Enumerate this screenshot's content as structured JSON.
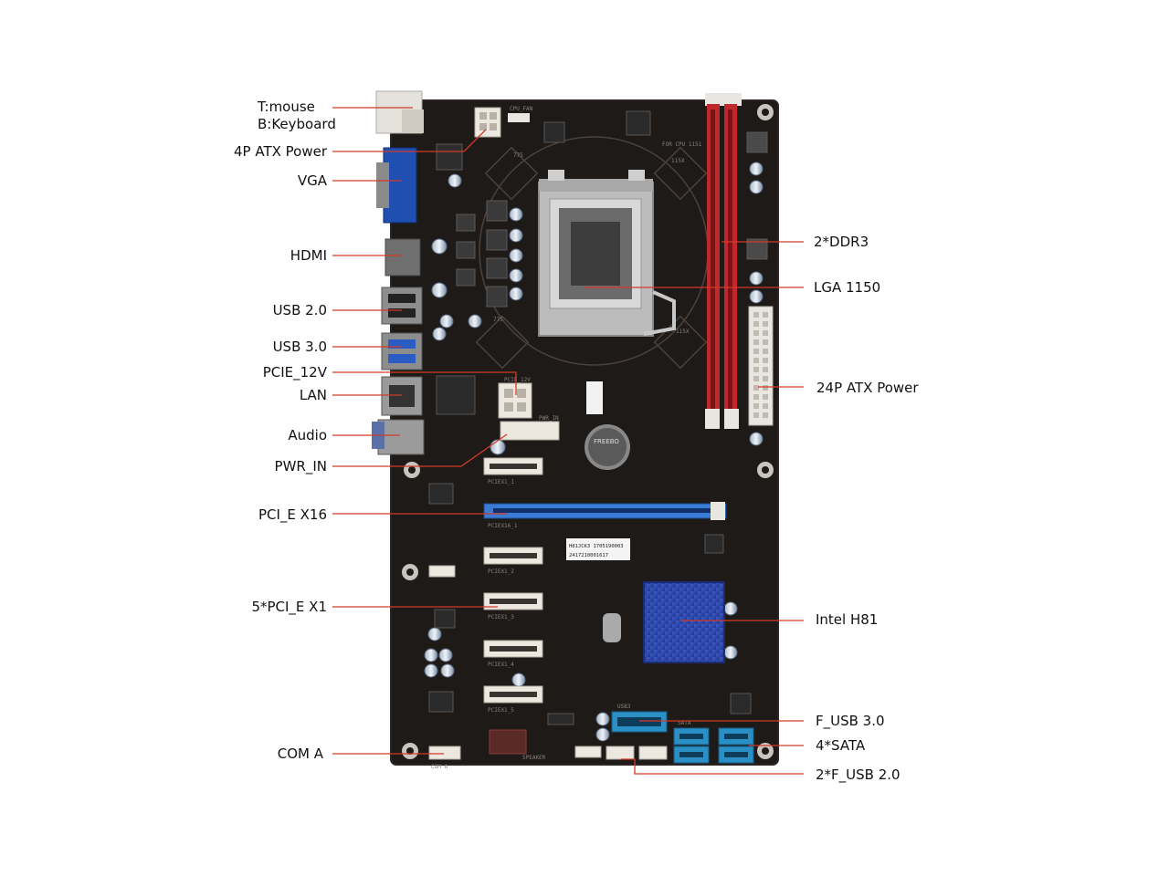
{
  "labels_left": [
    {
      "id": "tmouse",
      "text": "T:mouse"
    },
    {
      "id": "bkeyboard",
      "text": "B:Keyboard"
    },
    {
      "id": "atx4p",
      "text": "4P ATX Power"
    },
    {
      "id": "vga",
      "text": "VGA"
    },
    {
      "id": "hdmi",
      "text": "HDMI"
    },
    {
      "id": "usb2",
      "text": "USB 2.0"
    },
    {
      "id": "usb3",
      "text": "USB 3.0"
    },
    {
      "id": "pcie12v",
      "text": "PCIE_12V"
    },
    {
      "id": "lan",
      "text": "LAN"
    },
    {
      "id": "audio",
      "text": "Audio"
    },
    {
      "id": "pwrin",
      "text": "PWR_IN"
    },
    {
      "id": "pcie16",
      "text": "PCI_E X16"
    },
    {
      "id": "pcie1",
      "text": "5*PCI_E X1"
    },
    {
      "id": "coma",
      "text": "COM A"
    }
  ],
  "labels_right": [
    {
      "id": "ddr3",
      "text": "2*DDR3"
    },
    {
      "id": "lga",
      "text": "LGA 1150"
    },
    {
      "id": "atx24",
      "text": "24P ATX Power"
    },
    {
      "id": "h81",
      "text": "Intel H81"
    },
    {
      "id": "fusb3",
      "text": "F_USB 3.0"
    },
    {
      "id": "sata",
      "text": "4*SATA"
    },
    {
      "id": "fusb2",
      "text": "2*F_USB 2.0"
    }
  ],
  "board_text": {
    "cpu_fan": "CPU_FAN",
    "for_cpu": "FOR CPU 1151",
    "s775a": "775",
    "s115xa": "115X",
    "s775b": "775",
    "s115xb": "115X",
    "pcie12v_silk": "PCIE_12V",
    "pwr_in_silk": "PWR_IN",
    "battery": "FREEBO",
    "pcie16_silk": "PCIEX16_1",
    "sticker1": "H81JCK3 1705190003",
    "sticker2": "2417210001617",
    "usb3_silk": "USB3",
    "sata_silk": "SATA",
    "pcie1_silk": "PCIEX1_1",
    "pcie2_silk": "PCIEX1_2",
    "pcie3_silk": "PCIEX1_3",
    "pcie4_silk": "PCIEX1_4",
    "pcie5_silk": "PCIEX1_5",
    "com_silk": "COM A",
    "speaker_silk": "SPEAKER"
  },
  "colors": {
    "pcb": "#1e1a18",
    "pcb_edge": "#2a2422",
    "ddr": "#c0282b",
    "pcie16": "#3a7bd5",
    "sata": "#2a8fc4",
    "heatsink": "#2f4fb8",
    "connector_white": "#e9e6e1",
    "leader_line": "#d23a2a"
  }
}
